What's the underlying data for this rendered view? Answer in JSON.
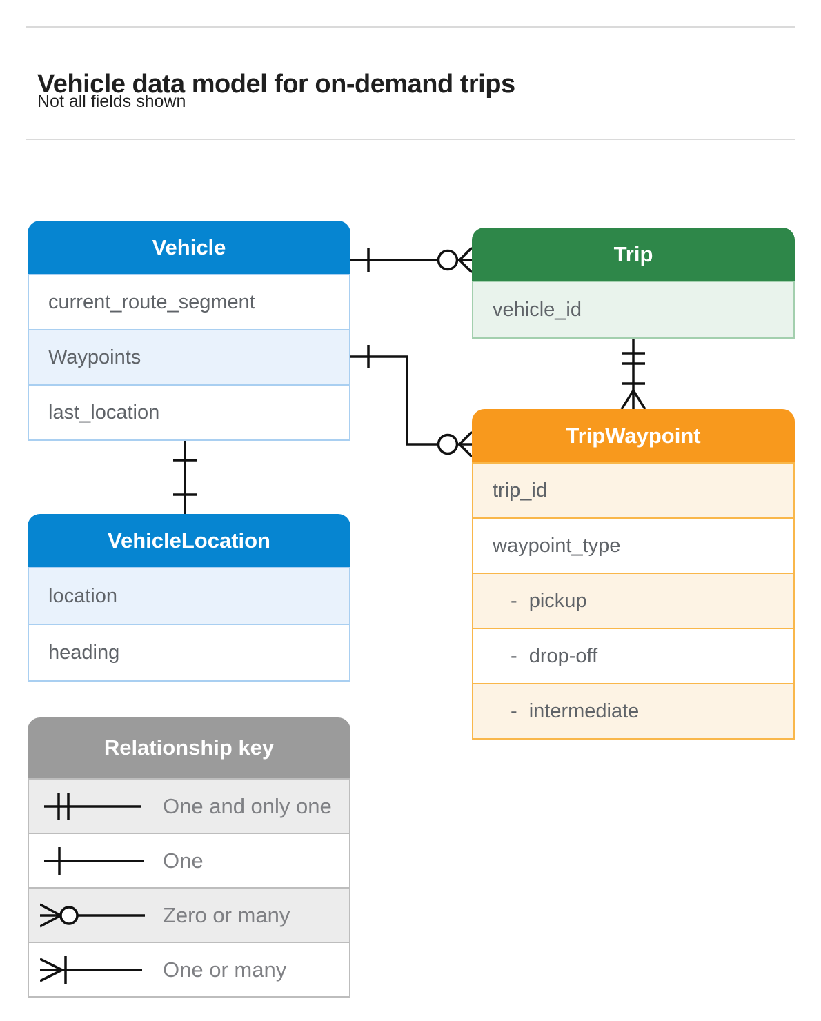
{
  "page": {
    "title": "Vehicle data model for on-demand trips",
    "subtitle": "Not all fields shown"
  },
  "entities": {
    "vehicle": {
      "title": "Vehicle",
      "fields": [
        "current_route_segment",
        "Waypoints",
        "last_location"
      ]
    },
    "trip": {
      "title": "Trip",
      "fields": [
        "vehicle_id"
      ]
    },
    "trip_waypoint": {
      "title": "TripWaypoint",
      "fields": [
        "trip_id",
        "waypoint_type",
        "- pickup",
        "- drop-off",
        "- intermediate"
      ]
    },
    "vehicle_location": {
      "title": "VehicleLocation",
      "fields": [
        "location",
        "heading"
      ]
    }
  },
  "legend": {
    "title": "Relationship key",
    "items": [
      {
        "symbol": "one-and-only-one",
        "label": "One and only one"
      },
      {
        "symbol": "one",
        "label": "One"
      },
      {
        "symbol": "zero-or-many",
        "label": "Zero or many"
      },
      {
        "symbol": "one-or-many",
        "label": "One or many"
      }
    ]
  },
  "relationships": [
    {
      "from": "Vehicle",
      "to": "Trip",
      "from_cardinality": "one",
      "to_cardinality": "zero-or-many"
    },
    {
      "from": "Vehicle.Waypoints",
      "to": "TripWaypoint",
      "from_cardinality": "one",
      "to_cardinality": "zero-or-many"
    },
    {
      "from": "Trip",
      "to": "TripWaypoint",
      "from_cardinality": "one-and-only-one",
      "to_cardinality": "one-or-many"
    },
    {
      "from": "Vehicle",
      "to": "VehicleLocation",
      "from_cardinality": "one",
      "to_cardinality": "one"
    }
  ],
  "colors": {
    "blue": "#0685d1",
    "blue-light": "#e9f2fc",
    "blue-border": "#a9cff1",
    "green": "#2e8749",
    "green-light": "#e9f3ec",
    "green-border": "#a3cfae",
    "orange": "#f8991d",
    "orange-light": "#fdf3e4",
    "orange-border": "#f9b74b",
    "gray": "#9b9b9b",
    "gray-light": "#ececec",
    "gray-border": "#bdbdbd",
    "rule": "#dadada",
    "field-text": "#5f6368",
    "key-text": "#7f8084",
    "line": "#111111"
  }
}
